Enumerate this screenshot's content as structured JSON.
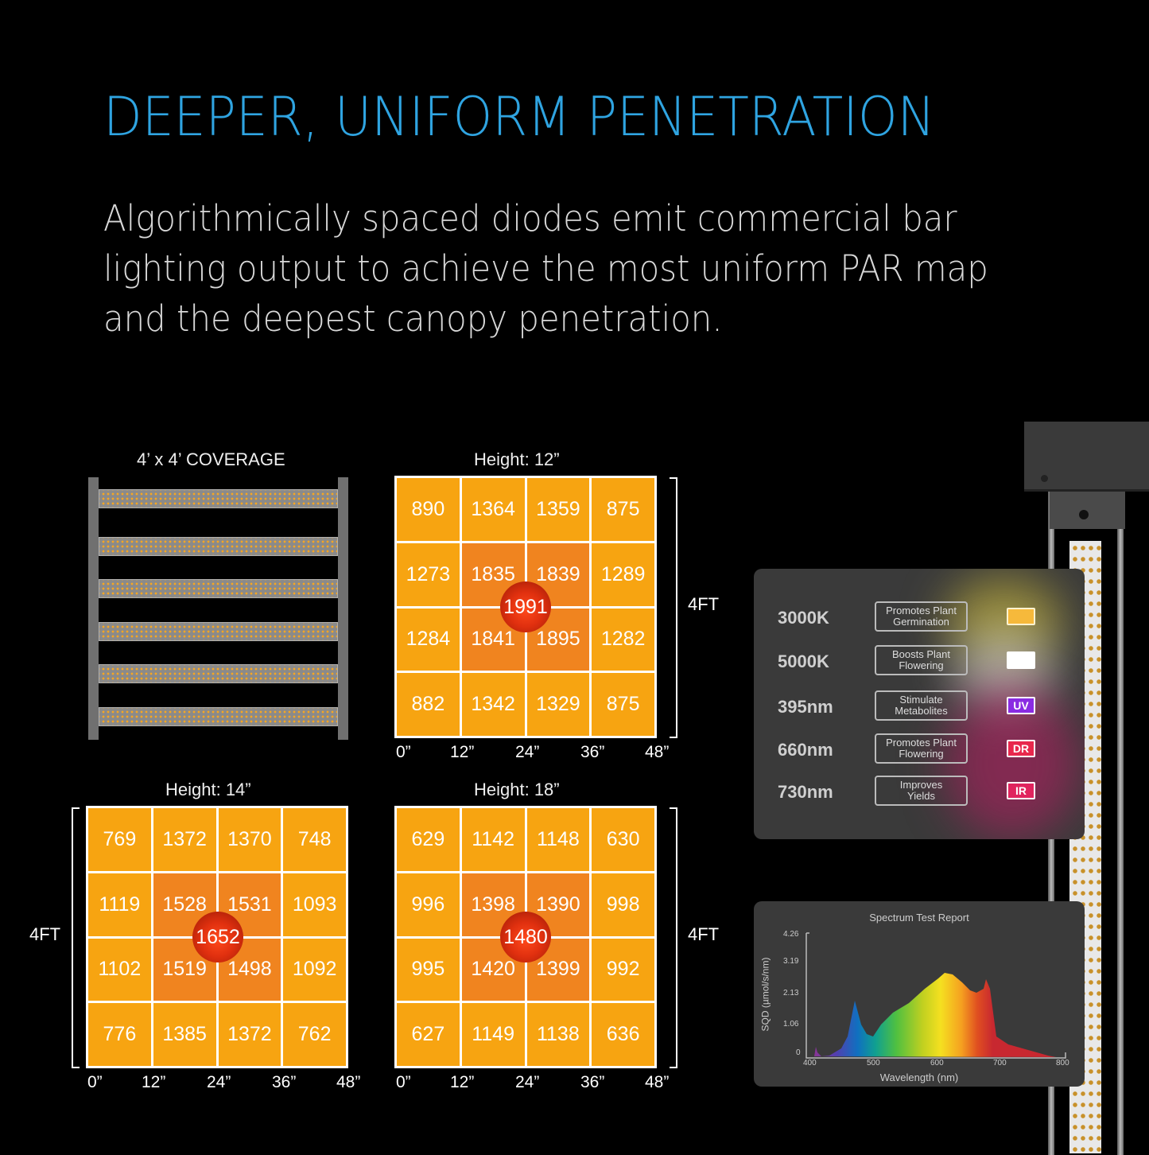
{
  "header": {
    "title": "DEEPER, UNIFORM PENETRATION",
    "subtitle": "Algorithmically spaced diodes emit commercial bar lighting output to achieve the most uniform PAR map and the deepest canopy penetration."
  },
  "coverage": {
    "label": "4’ x 4’ COVERAGE",
    "bar_count": 6
  },
  "par_maps": [
    {
      "title": "Height: 12”",
      "side_label": "4FT",
      "peak": "1991",
      "cells": [
        [
          "890",
          "1364",
          "1359",
          "875"
        ],
        [
          "1273",
          "1835",
          "1839",
          "1289"
        ],
        [
          "1284",
          "1841",
          "1895",
          "1282"
        ],
        [
          "882",
          "1342",
          "1329",
          "875"
        ]
      ],
      "x_ticks": [
        "0”",
        "12”",
        "24”",
        "36”",
        "48”"
      ]
    },
    {
      "title": "Height: 14”",
      "side_label": "4FT",
      "peak": "1652",
      "cells": [
        [
          "769",
          "1372",
          "1370",
          "748"
        ],
        [
          "1119",
          "1528",
          "1531",
          "1093"
        ],
        [
          "1102",
          "1519",
          "1498",
          "1092"
        ],
        [
          "776",
          "1385",
          "1372",
          "762"
        ]
      ],
      "x_ticks": [
        "0”",
        "12”",
        "24”",
        "36”",
        "48”"
      ]
    },
    {
      "title": "Height: 18”",
      "side_label": "4FT",
      "peak": "1480",
      "cells": [
        [
          "629",
          "1142",
          "1148",
          "630"
        ],
        [
          "996",
          "1398",
          "1390",
          "998"
        ],
        [
          "995",
          "1420",
          "1399",
          "992"
        ],
        [
          "627",
          "1149",
          "1138",
          "636"
        ]
      ],
      "x_ticks": [
        "0”",
        "12”",
        "24”",
        "36”",
        "48”"
      ]
    }
  ],
  "spectrum_features": [
    {
      "name": "3000K",
      "desc1": "Promotes Plant",
      "desc2": "Germination",
      "chip": "",
      "chip_color": "#f6b93b"
    },
    {
      "name": "5000K",
      "desc1": "Boosts Plant",
      "desc2": "Flowering",
      "chip": "",
      "chip_color": "#ffffff"
    },
    {
      "name": "395nm",
      "desc1": "Stimulate",
      "desc2": "Metabolites",
      "chip": "UV",
      "chip_color": "#8a2be2"
    },
    {
      "name": "660nm",
      "desc1": "Promotes Plant",
      "desc2": "Flowering",
      "chip": "DR",
      "chip_color": "#e8284d"
    },
    {
      "name": "730nm",
      "desc1": "Improves",
      "desc2": "Yields",
      "chip": "IR",
      "chip_color": "#e0245e"
    }
  ],
  "chart_data": {
    "type": "area",
    "title": "Spectrum Test Report",
    "xlabel": "Wavelength (nm)",
    "ylabel": "SQD (µmol/s/nm)",
    "x_ticks": [
      "400",
      "500",
      "600",
      "700",
      "800"
    ],
    "y_ticks": [
      "0",
      "1.06",
      "2.13",
      "3.19",
      "4.26"
    ],
    "xlim": [
      400,
      800
    ],
    "ylim": [
      0,
      4.26
    ],
    "x": [
      400,
      405,
      410,
      420,
      440,
      455,
      468,
      480,
      495,
      510,
      530,
      560,
      590,
      610,
      630,
      655,
      675,
      690,
      720,
      760,
      790,
      800
    ],
    "values": [
      0,
      0.25,
      0.1,
      0,
      0.1,
      0.6,
      2.0,
      1.2,
      0.7,
      1.0,
      1.4,
      1.9,
      2.7,
      2.95,
      2.7,
      2.2,
      2.65,
      0.8,
      0.4,
      0.25,
      0.02,
      0
    ]
  }
}
